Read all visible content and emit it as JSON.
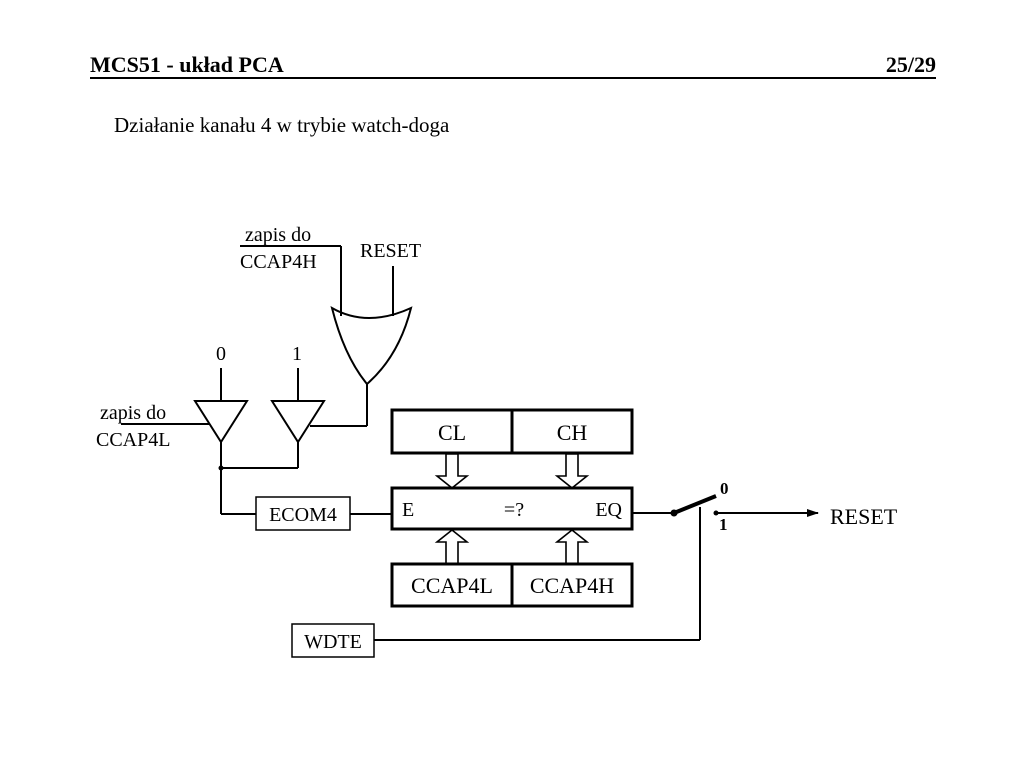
{
  "header": {
    "title": "MCS51 - układ PCA",
    "page": "25/29"
  },
  "subtitle": "Działanie kanału 4 w trybie watch-doga",
  "diagram": {
    "write_ccap4h_line1": "zapis do",
    "write_ccap4h_line2": "CCAP4H",
    "reset_input": "RESET",
    "buffer0_input": "0",
    "buffer1_input": "1",
    "write_ccap4l_line1": "zapis do",
    "write_ccap4l_line2": "CCAP4L",
    "reg_cl": "CL",
    "reg_ch": "CH",
    "comp_e": "E",
    "comp_eq_sign": "=?",
    "comp_eq": "EQ",
    "reg_ccap4l": "CCAP4L",
    "reg_ccap4h": "CCAP4H",
    "ecom4": "ECOM4",
    "wdte": "WDTE",
    "switch_0": "0",
    "switch_1": "1",
    "reset_output": "RESET"
  }
}
